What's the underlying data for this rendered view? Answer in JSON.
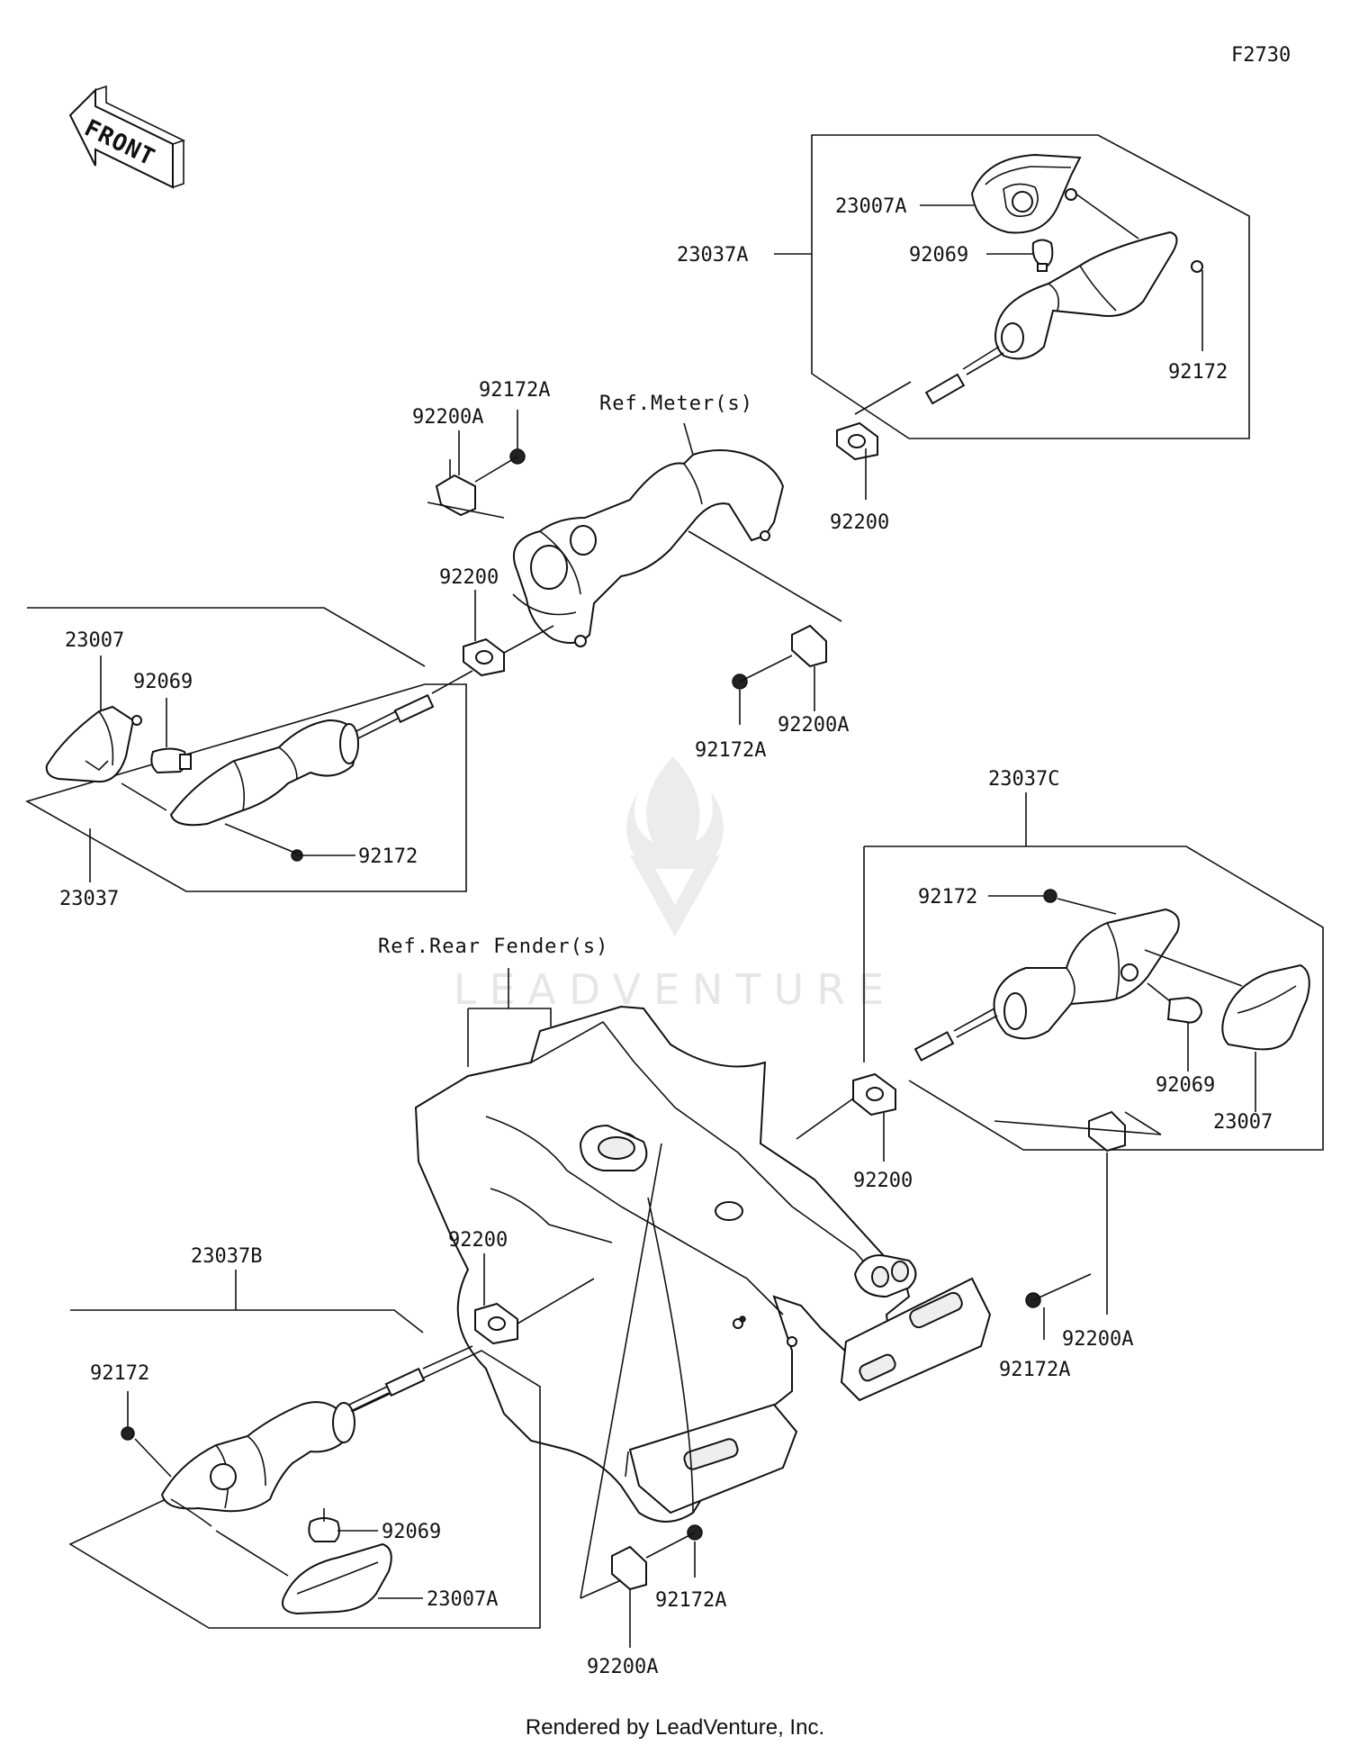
{
  "diagram_id": "F2730",
  "front_label": "FRONT",
  "watermark": "LEADVENTURE",
  "footer": "Rendered by LeadVenture, Inc.",
  "refs": {
    "meter": "Ref.Meter(s)",
    "rear_fender": "Ref.Rear Fender(s)"
  },
  "parts": {
    "p23037A": "23037A",
    "p23007A_top": "23007A",
    "p92069_top": "92069",
    "p92172_top": "92172",
    "p92172A_tl": "92172A",
    "p92200A_tl": "92200A",
    "p92200_tr": "92200",
    "p92200_ml": "92200",
    "p92172A_mid": "92172A",
    "p92200A_mid": "92200A",
    "p23007_left": "23007",
    "p92069_left": "92069",
    "p92172_left": "92172",
    "p23037": "23037",
    "p23037C": "23037C",
    "p92172_right": "92172",
    "p92069_right": "92069",
    "p23007_right": "23007",
    "p92200_right": "92200",
    "p92200_bl": "92200",
    "p23037B": "23037B",
    "p92172_bl": "92172",
    "p92069_bl": "92069",
    "p23007A_bl": "23007A",
    "p92200A_br": "92200A",
    "p92172A_br": "92172A",
    "p92172A_bot": "92172A",
    "p92200A_bot": "92200A"
  }
}
